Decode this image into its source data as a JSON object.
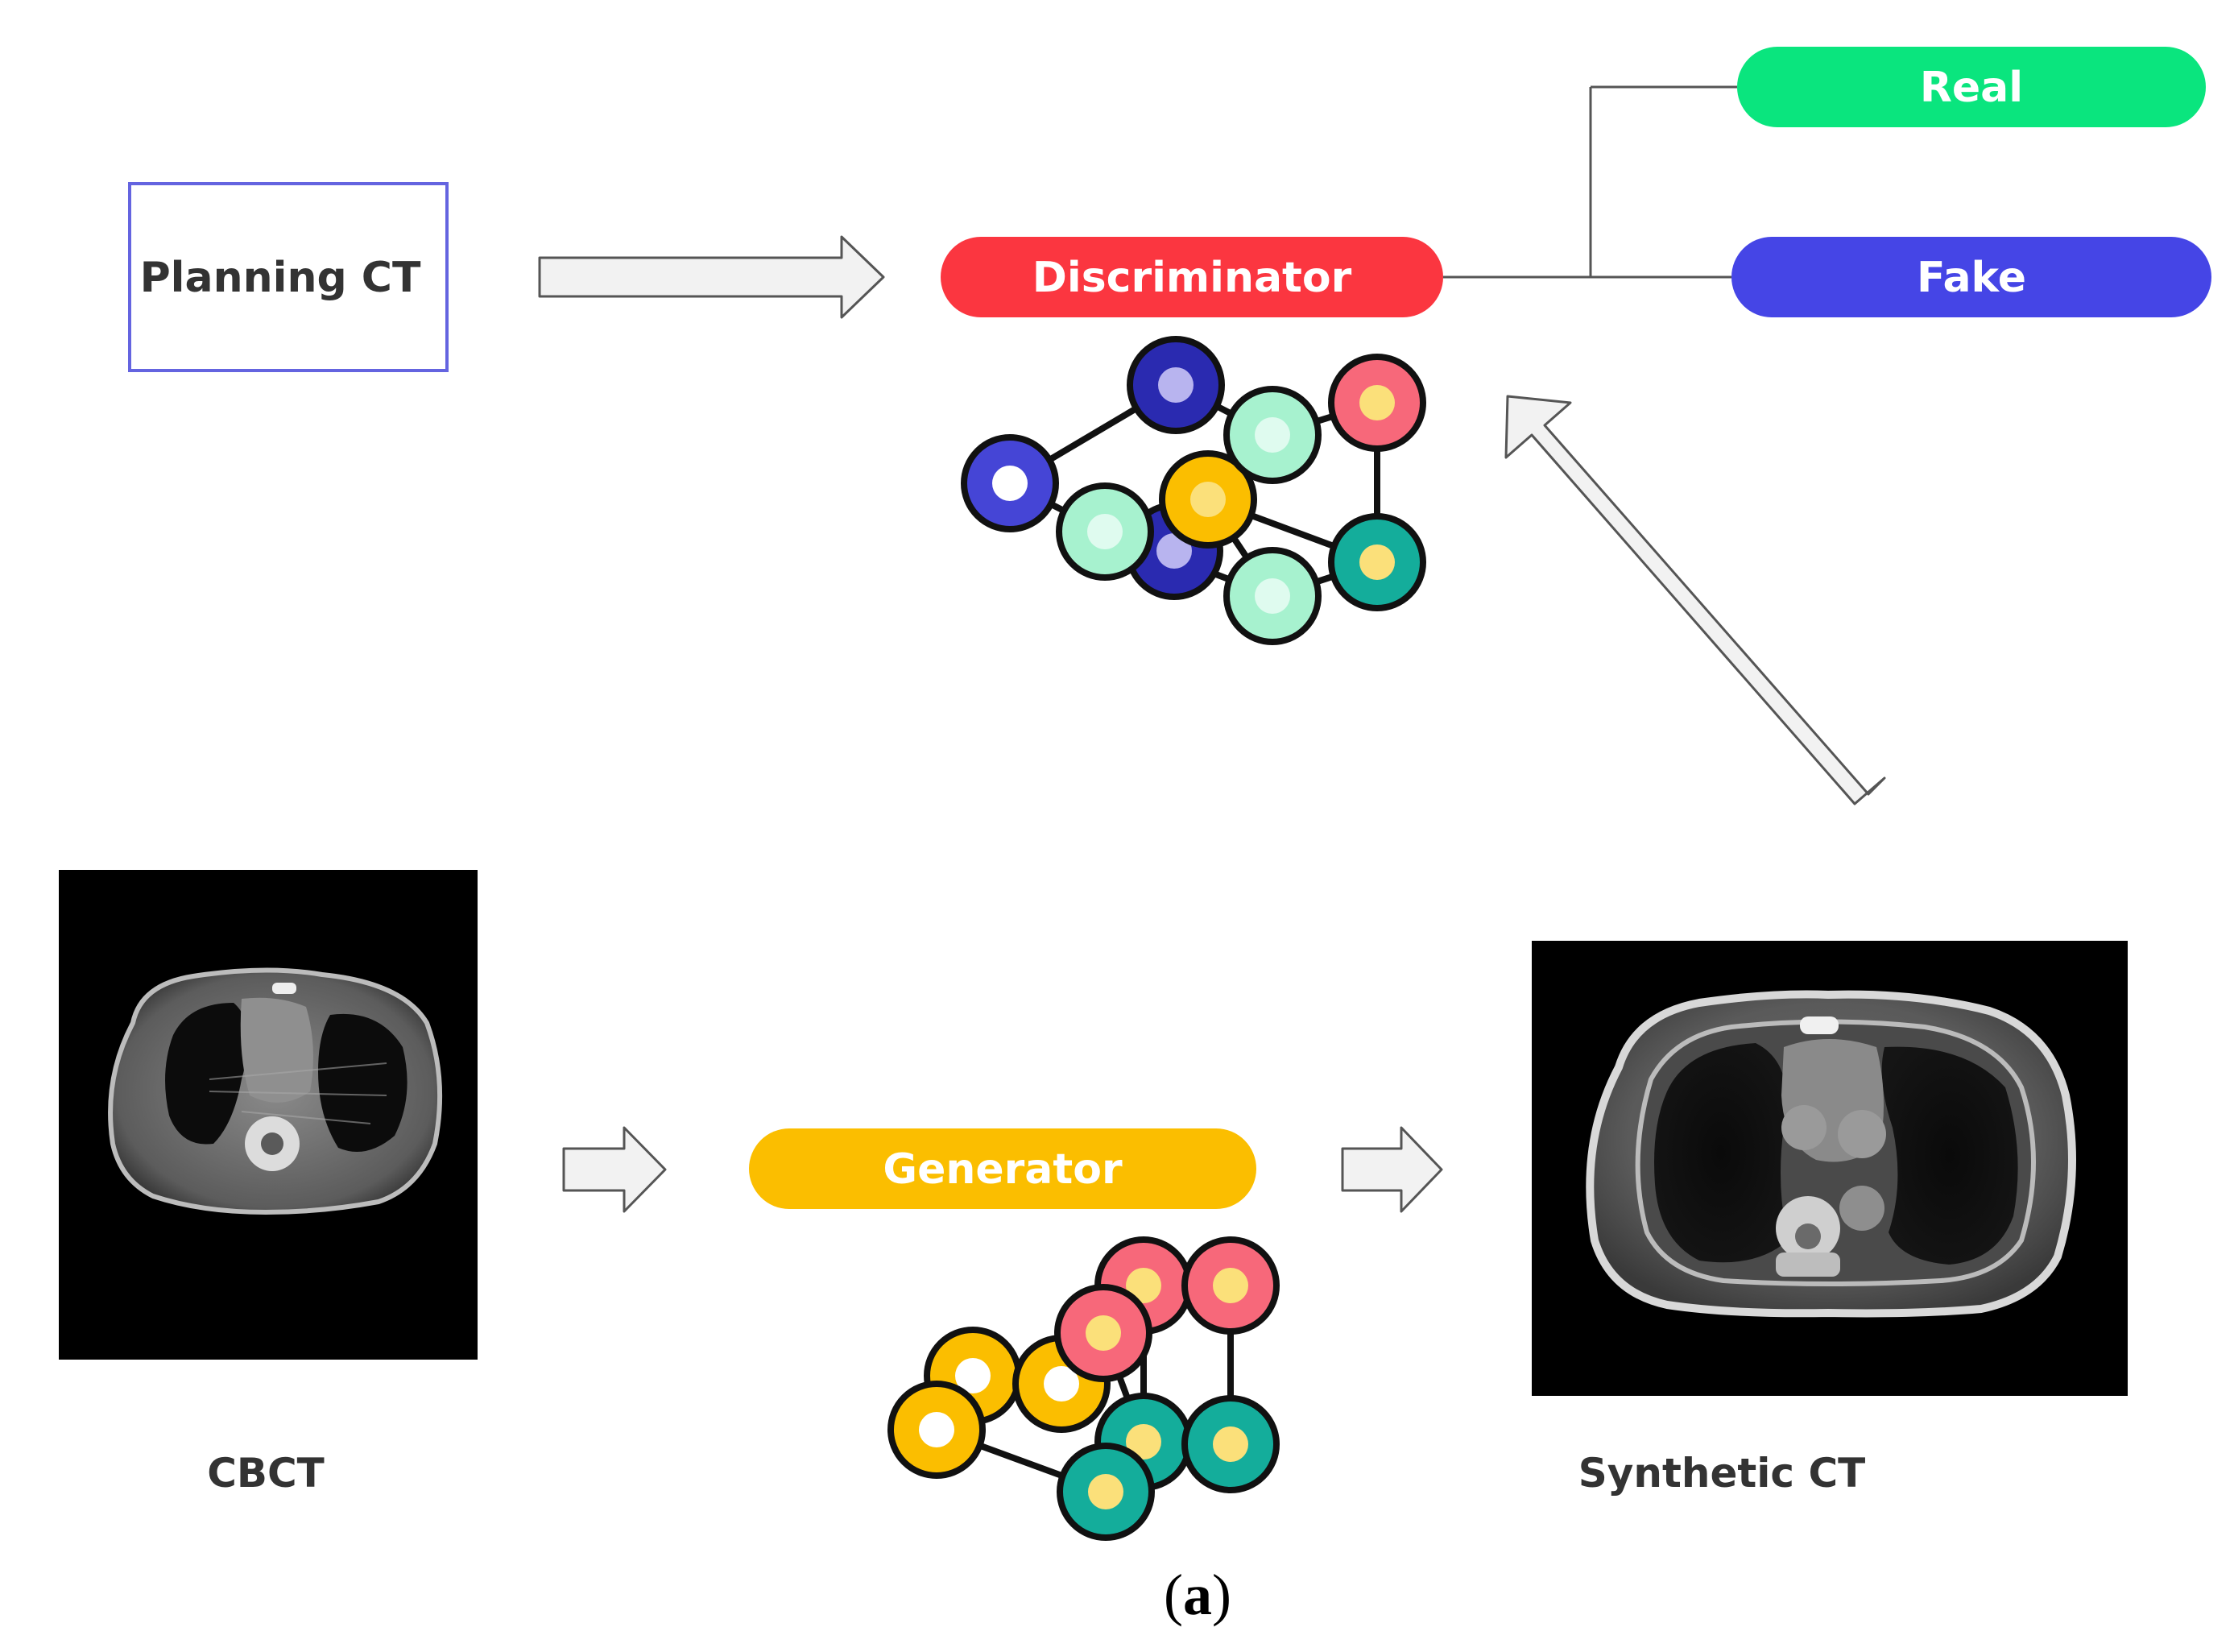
{
  "planning_ct": {
    "label": "Planning CT"
  },
  "discriminator": {
    "label": "Discriminator"
  },
  "outputs": {
    "real": "Real",
    "fake": "Fake"
  },
  "generator": {
    "label": "Generator"
  },
  "cbct": {
    "label": "CBCT"
  },
  "synthetic_ct": {
    "label": "Synthetic CT"
  },
  "caption": {
    "prefix": "(",
    "letter": "a",
    "suffix": ")"
  },
  "colors": {
    "discriminator": "#fb3640",
    "real": "#0ae57e",
    "fake": "#4545e6",
    "generator": "#fbbe00",
    "planning_border": "#6464e0",
    "arrow_fill": "#f2f2f2",
    "arrow_stroke": "#555555",
    "label_text": "#333333",
    "node_dark_blue": "#2a2ab0",
    "node_blue": "#4545d6",
    "node_mint": "#a7f2cf",
    "node_pink": "#f7687a",
    "node_gold": "#fbbe00",
    "node_teal": "#14ad9b",
    "node_center_yellow": "#fbe07a",
    "node_center_white": "#ffffff",
    "node_center_lilac": "#b8b4ef"
  },
  "icons": [
    "arrow-right-icon",
    "arrow-diagonal-icon",
    "neural-network-icon",
    "ct-scan-image"
  ]
}
